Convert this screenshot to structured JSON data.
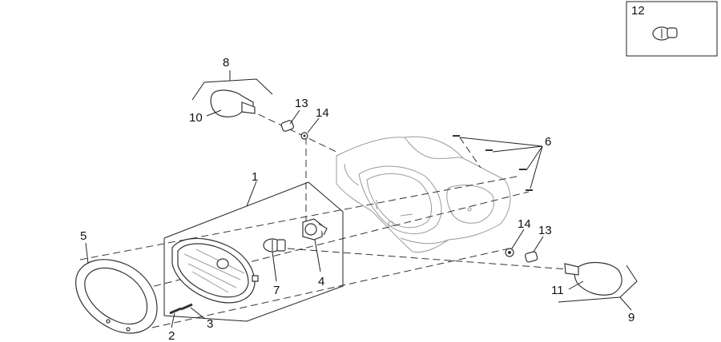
{
  "callouts": {
    "c1": "1",
    "c2": "2",
    "c3": "3",
    "c4": "4",
    "c5": "5",
    "c6": "6",
    "c7": "7",
    "c8": "8",
    "c9": "9",
    "c10": "10",
    "c11": "11",
    "c12": "12",
    "c13a": "13",
    "c13b": "13",
    "c14a": "14",
    "c14b": "14"
  },
  "colors": {
    "line": "#222222",
    "faint_outline": "#9a9a9a",
    "background": "#ffffff"
  }
}
